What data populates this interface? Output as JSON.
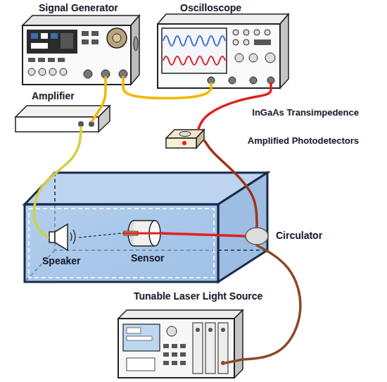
{
  "diagram": {
    "nodes": [
      {
        "text": [
          "Signal Generator"
        ]
      },
      {
        "text": [
          "Oscilloscope"
        ]
      },
      {
        "text": [
          "Amplifier"
        ]
      },
      {
        "text": [
          "InGaAs Transimpedence Amplified Photodetectors"
        ]
      },
      {
        "text": [
          "Speaker"
        ]
      },
      {
        "text": [
          "Sensor"
        ]
      },
      {
        "text": [
          "Circulator"
        ]
      },
      {
        "text": [
          "Tunable Laser Light Source"
        ]
      }
    ],
    "edges": [
      {
        "from": 0,
        "to": 1,
        "arrow": "none"
      },
      {
        "from": 0,
        "to": 2,
        "arrow": "none"
      },
      {
        "from": 2,
        "to": 4,
        "arrow": "none"
      },
      {
        "from": 3,
        "to": 1,
        "arrow": "none"
      },
      {
        "from": 6,
        "to": 3,
        "arrow": "none"
      },
      {
        "from": 5,
        "to": 6,
        "arrow": "none"
      },
      {
        "from": 7,
        "to": 6,
        "arrow": "none"
      }
    ]
  }
}
